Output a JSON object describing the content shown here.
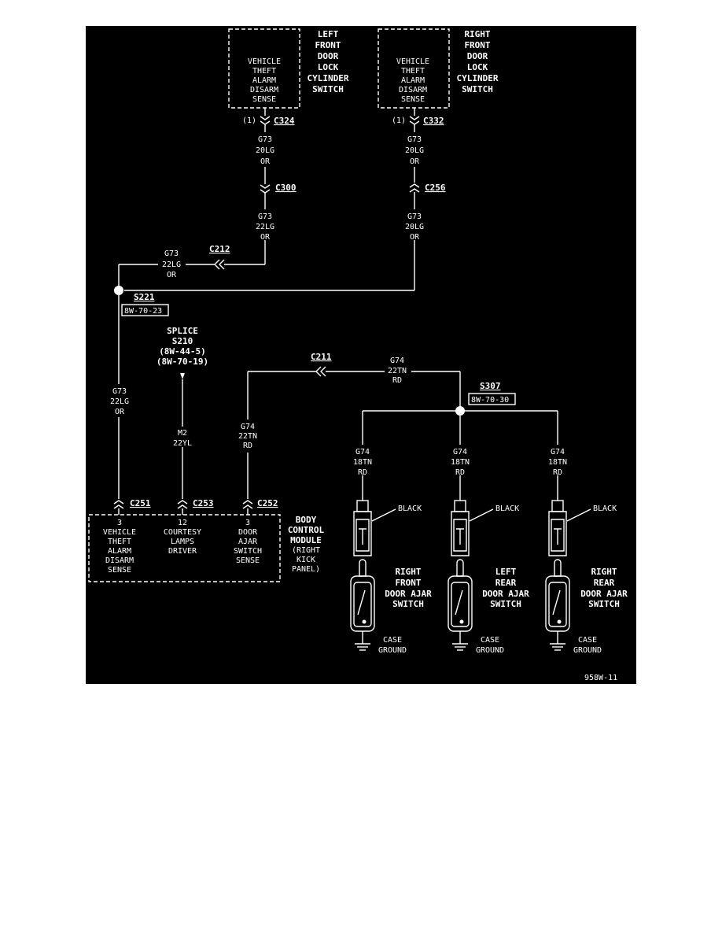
{
  "colors": {
    "background": "#000000",
    "ink": "#ffffff",
    "page": "#ffffff"
  },
  "footer_code": "958W-11",
  "left_door": {
    "title": [
      "LEFT",
      "FRONT",
      "DOOR",
      "LOCK",
      "CYLINDER",
      "SWITCH"
    ],
    "sense": [
      "VEHICLE",
      "THEFT",
      "ALARM",
      "DISARM",
      "SENSE"
    ],
    "pin": "(1)",
    "connector": "C324",
    "wire1": [
      "G73",
      "20LG",
      "OR"
    ],
    "connector2": "C300",
    "wire2": [
      "G73",
      "22LG",
      "OR"
    ]
  },
  "right_door": {
    "title": [
      "RIGHT",
      "FRONT",
      "DOOR",
      "LOCK",
      "CYLINDER",
      "SWITCH"
    ],
    "sense": [
      "VEHICLE",
      "THEFT",
      "ALARM",
      "DISARM",
      "SENSE"
    ],
    "pin": "(1)",
    "connector": "C332",
    "wire1": [
      "G73",
      "20LG",
      "OR"
    ],
    "connector2": "C256",
    "wire2": [
      "G73",
      "20LG",
      "OR"
    ]
  },
  "c212": {
    "connector": "C212",
    "wire": [
      "G73",
      "22LG",
      "OR"
    ]
  },
  "s221": {
    "label": "S221",
    "ref": "8W-70-23"
  },
  "g73_down": [
    "G73",
    "22LG",
    "OR"
  ],
  "splice": {
    "lines": [
      "SPLICE",
      "S210",
      "(8W-44-5)",
      "(8W-70-19)"
    ],
    "wire": [
      "M2",
      "22YL"
    ]
  },
  "g74_left": [
    "G74",
    "22TN",
    "RD"
  ],
  "c211": {
    "connector": "C211",
    "wire": [
      "G74",
      "22TN",
      "RD"
    ]
  },
  "s307": {
    "label": "S307",
    "ref": "8W-70-30"
  },
  "bcm": {
    "title": [
      "BODY",
      "CONTROL",
      "MODULE"
    ],
    "sub": [
      "(RIGHT",
      "KICK",
      "PANEL)"
    ],
    "c251": "C251",
    "c253": "C253",
    "c252": "C252",
    "pin1": [
      "3",
      "VEHICLE",
      "THEFT",
      "ALARM",
      "DISARM",
      "SENSE"
    ],
    "pin2": [
      "12",
      "COURTESY",
      "LAMPS",
      "DRIVER"
    ],
    "pin3": [
      "3",
      "DOOR",
      "AJAR",
      "SWITCH",
      "SENSE"
    ]
  },
  "ajar_switches": [
    {
      "wire": [
        "G74",
        "18TN",
        "RD"
      ],
      "plug": "BLACK",
      "title": [
        "RIGHT",
        "FRONT",
        "DOOR AJAR",
        "SWITCH"
      ],
      "ground": [
        "CASE",
        "GROUND"
      ]
    },
    {
      "wire": [
        "G74",
        "18TN",
        "RD"
      ],
      "plug": "BLACK",
      "title": [
        "LEFT",
        "REAR",
        "DOOR AJAR",
        "SWITCH"
      ],
      "ground": [
        "CASE",
        "GROUND"
      ]
    },
    {
      "wire": [
        "G74",
        "18TN",
        "RD"
      ],
      "plug": "BLACK",
      "title": [
        "RIGHT",
        "REAR",
        "DOOR AJAR",
        "SWITCH"
      ],
      "ground": [
        "CASE",
        "GROUND"
      ]
    }
  ]
}
